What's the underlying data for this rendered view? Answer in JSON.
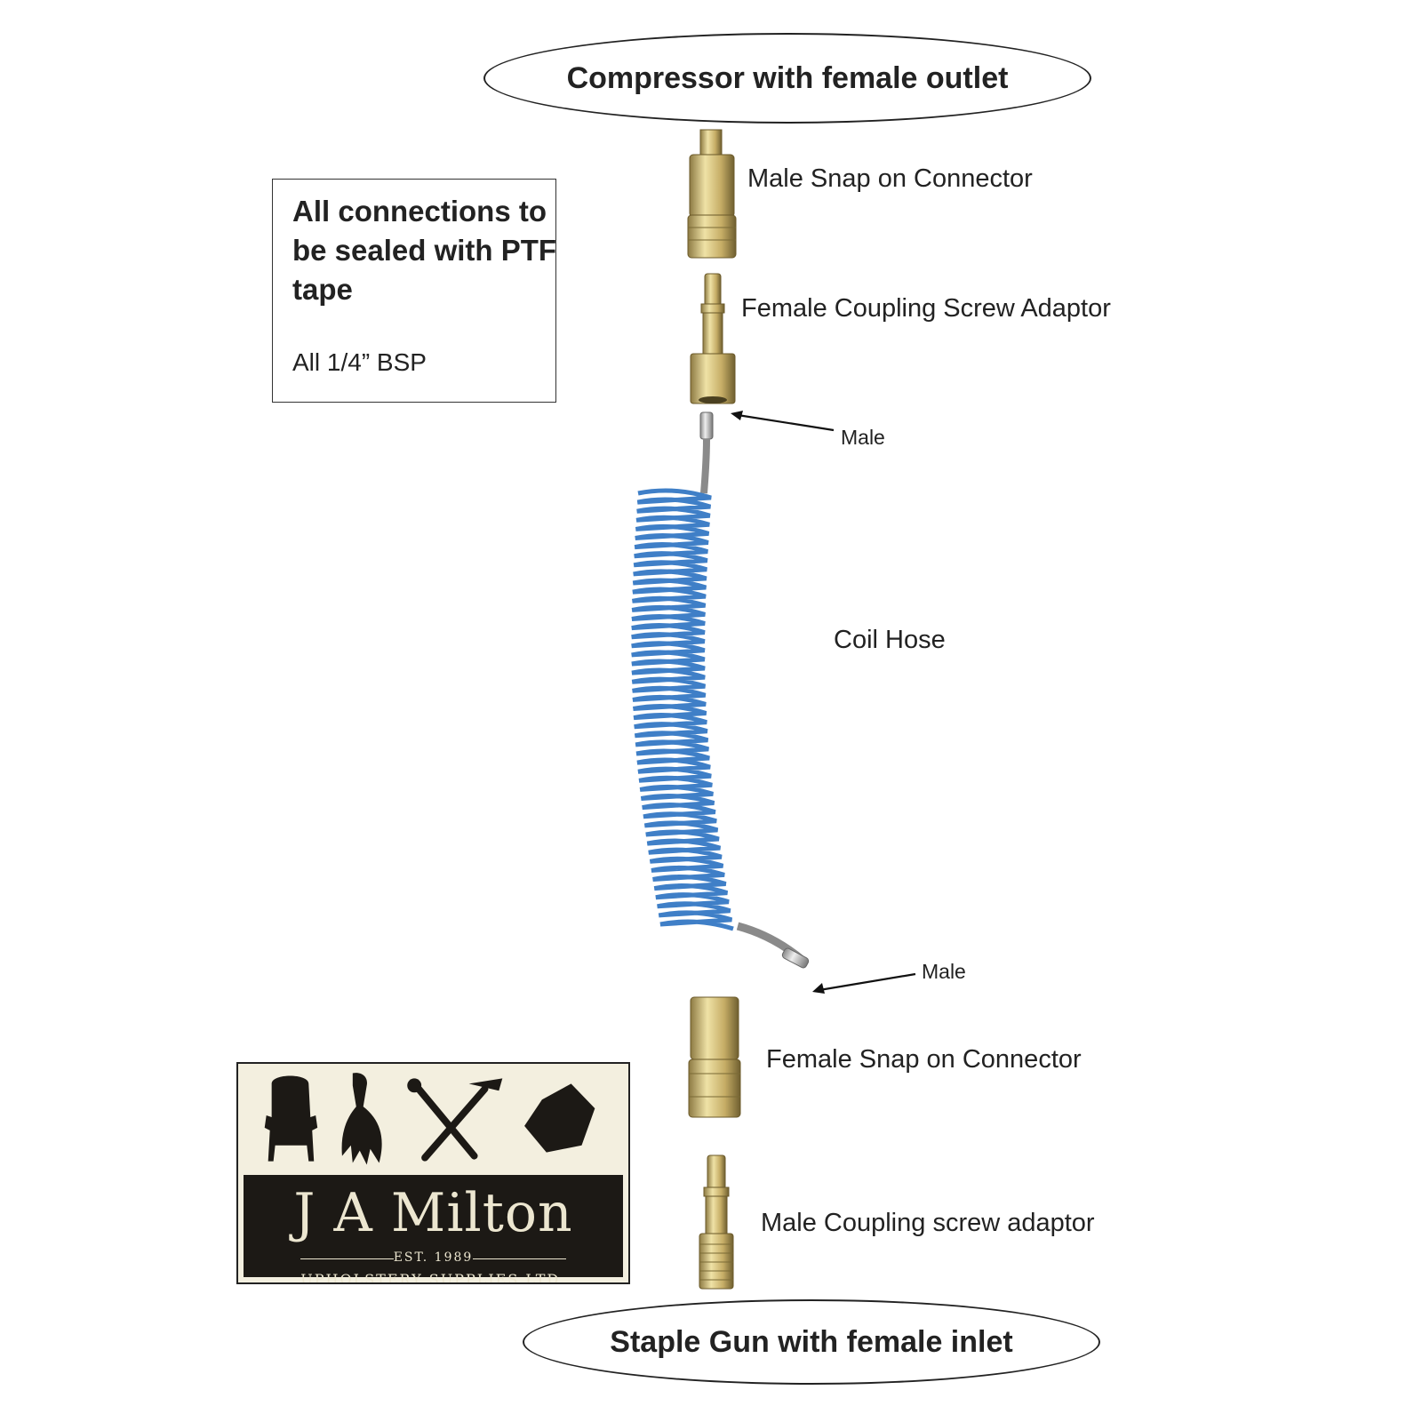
{
  "ends": {
    "top": "Compressor with female outlet",
    "bottom": "Staple Gun with female inlet"
  },
  "note": {
    "title": "All connections to be sealed with PTF tape",
    "sub": "All 1/4” BSP"
  },
  "parts": {
    "male_snap": "Male Snap on Connector",
    "female_coupling": "Female Coupling Screw Adaptor",
    "male_top": "Male",
    "coil_hose": "Coil Hose",
    "male_bottom": "Male",
    "female_snap": "Female Snap on Connector",
    "male_coupling": "Male Coupling screw adaptor"
  },
  "logo": {
    "name": "J A Milton",
    "est": "EST. 1989",
    "sub": "UPHOLSTERY SUPPLIES LTD."
  },
  "colors": {
    "hose": "#3f7fc7",
    "brass": "#c9b070",
    "logo_dark": "#1c1915"
  }
}
